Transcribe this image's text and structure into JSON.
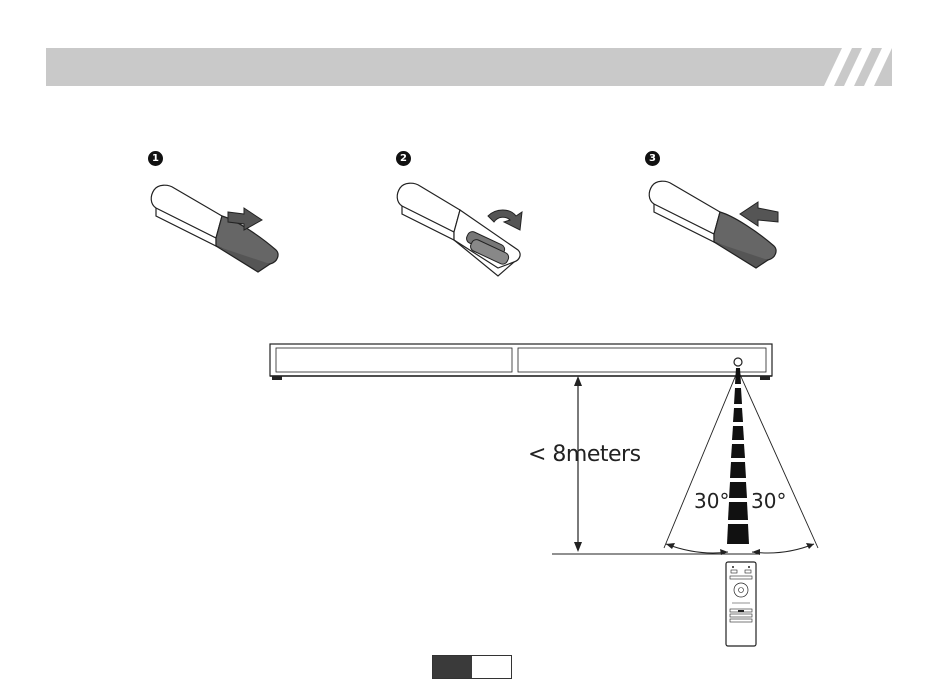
{
  "steps": [
    {
      "number": "1"
    },
    {
      "number": "2"
    },
    {
      "number": "3"
    }
  ],
  "range": {
    "distance_label": "< 8meters",
    "angle_left": "30°",
    "angle_right": "30°"
  }
}
